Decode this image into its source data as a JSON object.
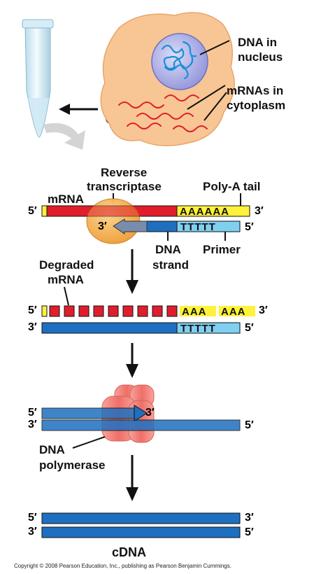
{
  "labels": {
    "dna_in_nucleus_1": "DNA in",
    "dna_in_nucleus_2": "nucleus",
    "mrnas_cytoplasm_1": "mRNAs in",
    "mrnas_cytoplasm_2": "cytoplasm",
    "reverse_transcriptase_1": "Reverse",
    "reverse_transcriptase_2": "transcriptase",
    "poly_a_tail": "Poly-A tail",
    "mrna": "mRNA",
    "dna_strand_1": "DNA",
    "dna_strand_2": "strand",
    "primer": "Primer",
    "degraded_mrna_1": "Degraded",
    "degraded_mrna_2": "mRNA",
    "dna_polymerase_1": "DNA",
    "dna_polymerase_2": "polymerase",
    "cdna": "cDNA"
  },
  "ends": {
    "five_prime": "5′",
    "three_prime": "3′"
  },
  "sequences": {
    "poly_a_full": "AAAAAA",
    "poly_t_step1": "TTTTT",
    "poly_a_split_1": "AAA",
    "poly_a_split_2": "AAA",
    "poly_t_step2": "TTTTT"
  },
  "copyright": "Copyright © 2008 Pearson Education, Inc., publishing as Pearson Benjamin Cummings.",
  "colors": {
    "mrna_red": "#e01e2b",
    "dna_blue": "#1e6fc0",
    "primer_cyan": "#7fd0f0",
    "poly_a_yellow": "#fff23a",
    "cell_orange": "#f8c694",
    "enzyme_orange": "#f2a43c",
    "polymerase_pink": "#ef7f78",
    "nucleus_purple": "#9b9fe0"
  }
}
